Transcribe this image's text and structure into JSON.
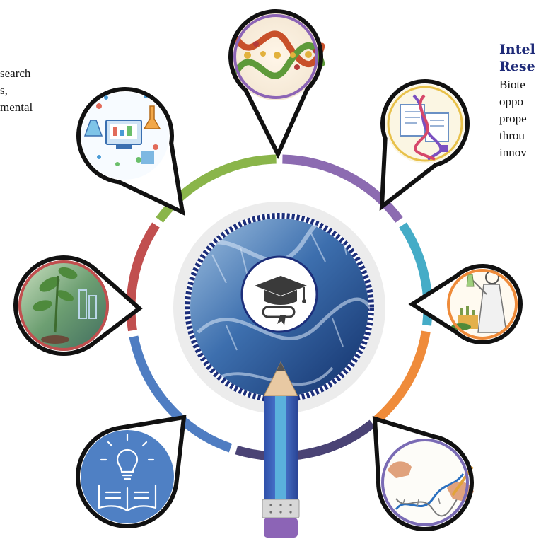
{
  "left_text": {
    "lines": [
      "search",
      "s,",
      "mental"
    ]
  },
  "right_panel": {
    "heading_lines": [
      "Intel",
      "Rese"
    ],
    "body_lines": [
      "Biote",
      "oppo",
      "prope",
      "throu",
      "innov"
    ]
  },
  "ring_segment_colors": [
    "#8c6bb1",
    "#45acc7",
    "#ef8b3a",
    "#4a4375",
    "#4f7dc2",
    "#c14f4f",
    "#8ab54a"
  ],
  "center_badge": {
    "icon": "graduation-cap-diploma-icon"
  },
  "nodes": [
    {
      "position": "top",
      "icon": "dna-food-helix-icon"
    },
    {
      "position": "upper-right",
      "icon": "dna-patent-documents-icon"
    },
    {
      "position": "right",
      "icon": "scientist-laboratory-icon"
    },
    {
      "position": "lower-right",
      "icon": "hands-drawing-dna-icon"
    },
    {
      "position": "lower-left",
      "icon": "lightbulb-book-icon"
    },
    {
      "position": "left",
      "icon": "plant-biotech-icon"
    },
    {
      "position": "upper-left",
      "icon": "science-lab-equipment-icon"
    }
  ]
}
